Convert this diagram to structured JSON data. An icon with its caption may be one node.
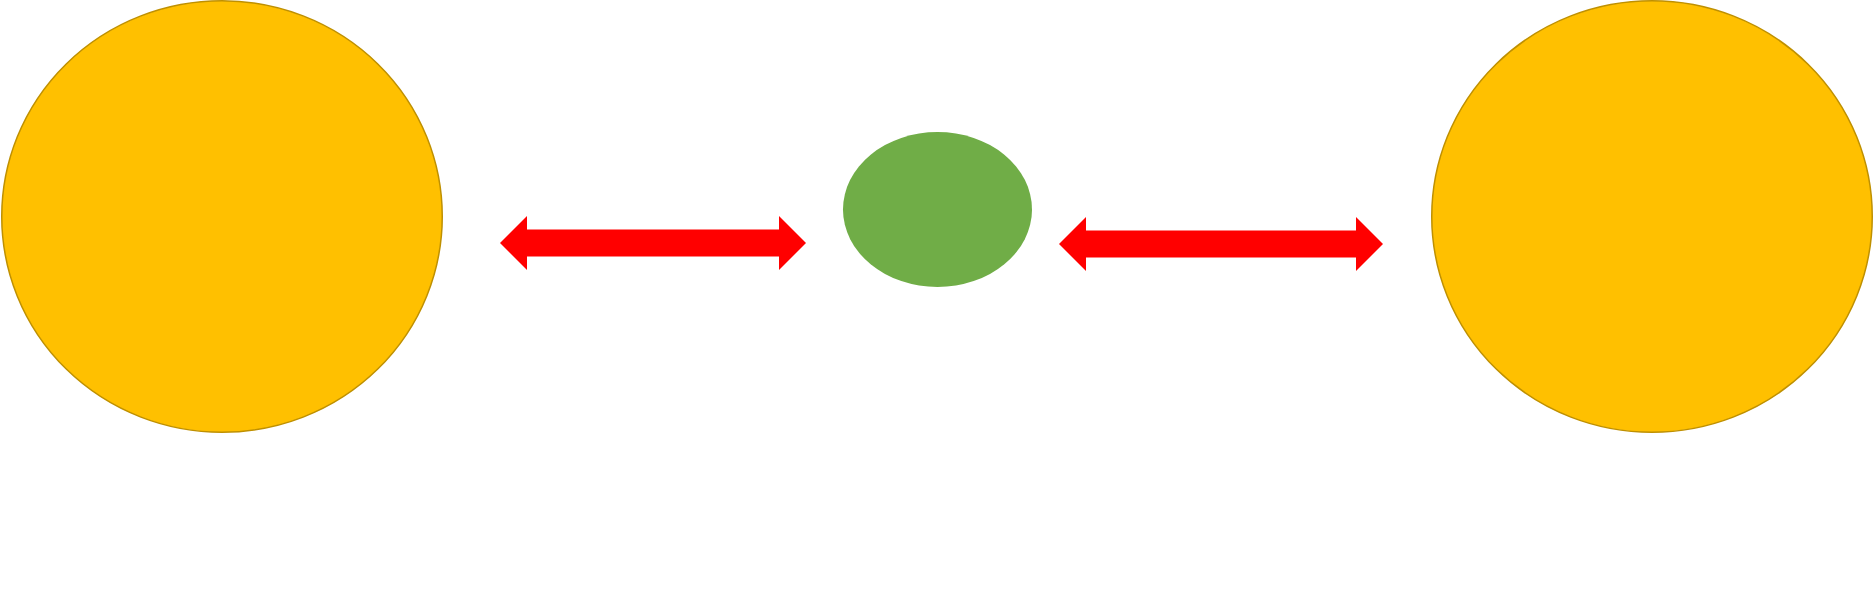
{
  "diagram": {
    "nodes": [
      {
        "text": [],
        "shape": "circle"
      },
      {
        "text": [],
        "shape": "circle"
      },
      {
        "text": [],
        "shape": "circle"
      }
    ],
    "edges": [
      {
        "from": 0,
        "to": 1,
        "arrow": "both"
      },
      {
        "from": 1,
        "to": 2,
        "arrow": "both"
      }
    ]
  }
}
